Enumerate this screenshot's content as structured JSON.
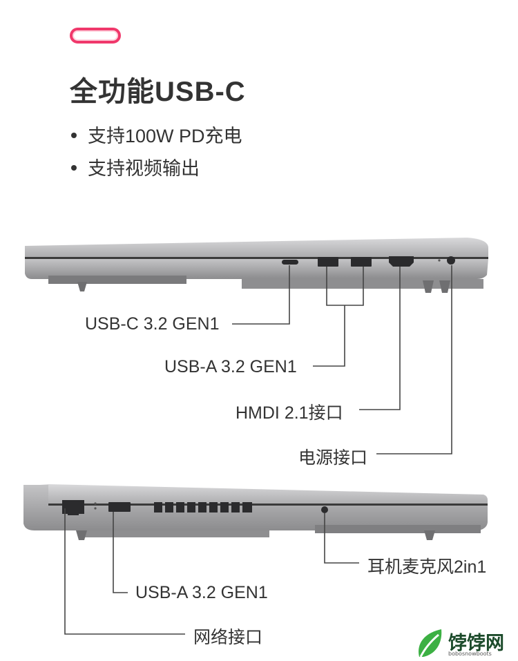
{
  "heading": "全功能USB-C",
  "bullets": [
    "支持100W PD充电",
    "支持视频输出"
  ],
  "right_side_callouts": {
    "usbc": "USB-C 3.2 GEN1",
    "usba": "USB-A 3.2 GEN1",
    "hdmi": "HMDI 2.1接口",
    "power": "电源接口"
  },
  "left_side_callouts": {
    "audio": "耳机麦克风2in1",
    "usba": "USB-A 3.2 GEN1",
    "ethernet": "网络接口"
  },
  "watermark": {
    "name": "饽饽网",
    "site": "bobosnowboots"
  },
  "colors": {
    "accent_pill": "#f0386b",
    "text": "#333333",
    "laptop_body": "#b8b8ba",
    "leaf_green": "#3cb043"
  }
}
